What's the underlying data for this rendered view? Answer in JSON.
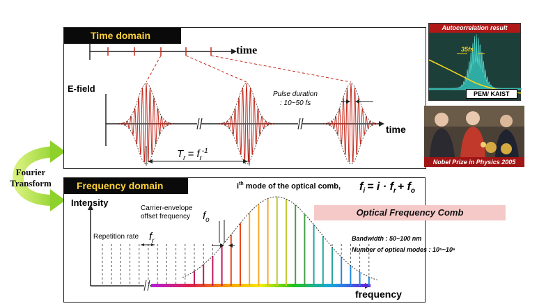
{
  "time_panel": {
    "title": "Time domain",
    "top_axis_label": "time",
    "y_label": "E-field",
    "x_label": "time",
    "pulse_label_line1": "Pulse duration",
    "pulse_label_line2": ": 10~50 fs",
    "period_label": "T",
    "period_sub": "r",
    "period_rhs": "= f",
    "period_rhs_sub": "r",
    "period_rhs_sup": "-1"
  },
  "fourier": {
    "line1": "Fourier",
    "line2": "Transform"
  },
  "freq_panel": {
    "title": "Frequency domain",
    "y_label": "Intensity",
    "x_label": "frequency",
    "mode_text": "i",
    "mode_sup": "th",
    "mode_rest": " mode of the optical comb,",
    "formula": "f",
    "formula_sub": "i",
    "formula_rhs": "= i · f",
    "formula_rhs_sub": "r",
    "formula_plus": "+ f",
    "formula_plus_sub": "o",
    "ceo_line1": "Carrier-envelope",
    "ceo_line2": "offset frequency",
    "ceo_symbol": "f",
    "ceo_sub": "o",
    "rep_label": "Repetition rate",
    "rep_symbol": "f",
    "rep_sub": "r",
    "comb_box": "Optical Frequency Comb",
    "bandwidth": "Bandwidth : 50~100 nm",
    "modes": "Number of optical modes : 10⁵~10⁶"
  },
  "autocorrelation": {
    "title": "Autocorrelation result",
    "width_label": "35fs",
    "credit": "PEM/ KAIST"
  },
  "nobel": {
    "caption": "Nobel Prize in Physics 2005"
  },
  "colors": {
    "title_bg": "#0a0a0a",
    "title_text": "#ffd23a",
    "pulse": "#c62b1e",
    "arrow": "#a9e23a",
    "comb_box": "#f6c9c9"
  }
}
